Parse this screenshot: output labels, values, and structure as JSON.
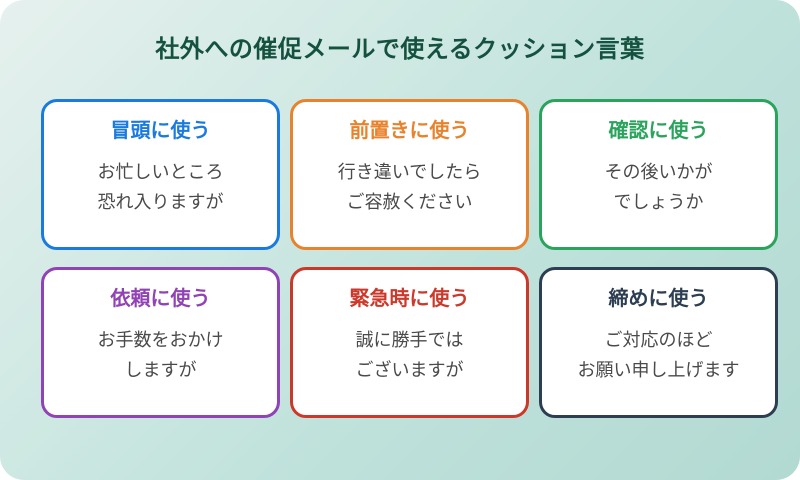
{
  "title": "社外への催促メールで使えるクッション言葉",
  "colors": {
    "title_text": "#15513f",
    "body_text": "#4a4a4a",
    "card_background": "#ffffff",
    "background_gradient_start": "#e6f1ee",
    "background_gradient_mid": "#bfe2db",
    "background_gradient_end": "#b2d9d2"
  },
  "cards": [
    {
      "title": "冒頭に使う",
      "body": "お忙しいところ\n恐れ入りますが",
      "accent": "#1a7ade"
    },
    {
      "title": "前置きに使う",
      "body": "行き違いでしたら\nご容赦ください",
      "accent": "#e8822c"
    },
    {
      "title": "確認に使う",
      "body": "その後いかが\nでしょうか",
      "accent": "#2aa45c"
    },
    {
      "title": "依頼に使う",
      "body": "お手数をおかけ\nしますが",
      "accent": "#9142b4"
    },
    {
      "title": "緊急時に使う",
      "body": "誠に勝手では\nございますが",
      "accent": "#cc392b"
    },
    {
      "title": "締めに使う",
      "body": "ご対応のほど\nお願い申し上げます",
      "accent": "#2d3e52"
    }
  ]
}
